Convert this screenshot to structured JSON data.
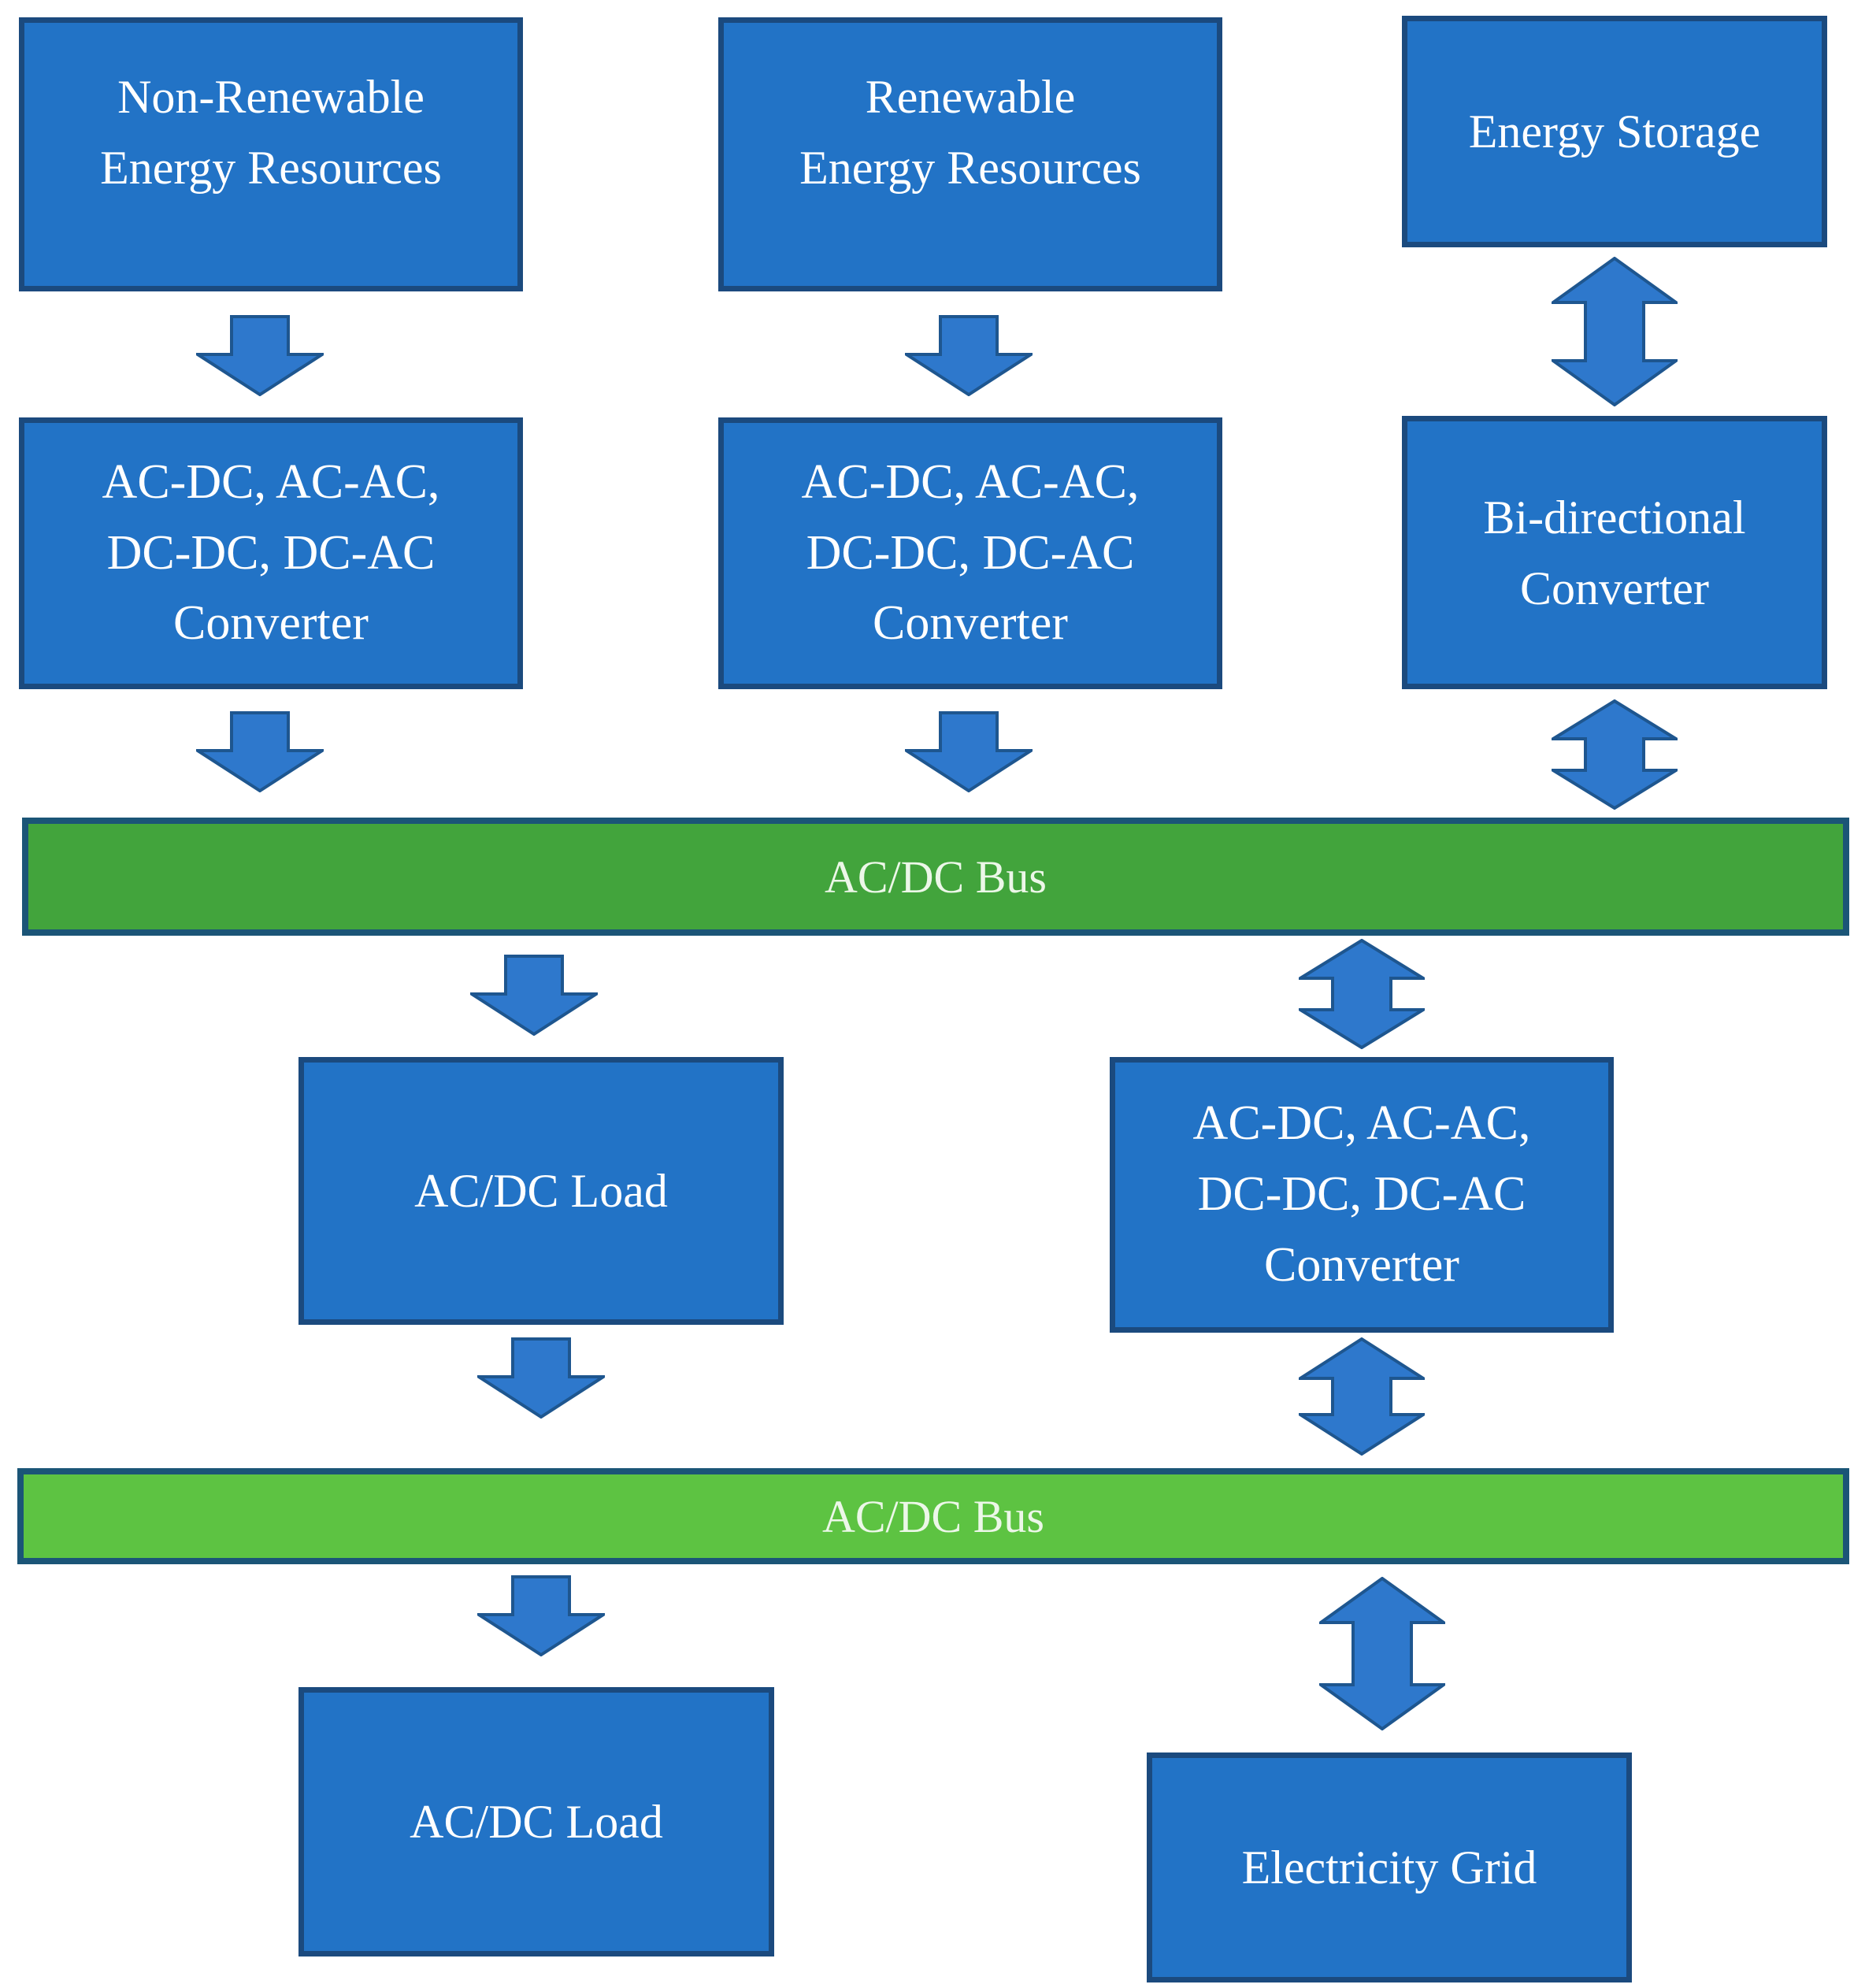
{
  "colors": {
    "box-fill": "#2273C6",
    "box-border": "#1B4A7E",
    "arrow-fill": "#2E78CC",
    "arrow-border": "#1E568F",
    "bus1-fill": "#42A43C",
    "bus2-fill": "#5DC342",
    "bus-border": "#1B5577",
    "box-text": "#FFFFFF",
    "bus-text": "#ECF7E8"
  },
  "nodes": {
    "non_renewable": "Non-Renewable\nEnergy Resources",
    "renewable": "Renewable\nEnergy Resources",
    "energy_storage": "Energy Storage",
    "converter_left": "AC-DC, AC-AC,\nDC-DC, DC-AC\nConverter",
    "converter_mid": "AC-DC, AC-AC,\nDC-DC, DC-AC\nConverter",
    "converter_lower": "AC-DC, AC-AC,\nDC-DC, DC-AC\nConverter",
    "bidirectional_converter": "Bi-directional\nConverter",
    "bus_upper": "AC/DC Bus",
    "bus_lower": "AC/DC Bus",
    "load_mid": "AC/DC Load",
    "load_bottom": "AC/DC Load",
    "electricity_grid": "Electricity Grid"
  }
}
